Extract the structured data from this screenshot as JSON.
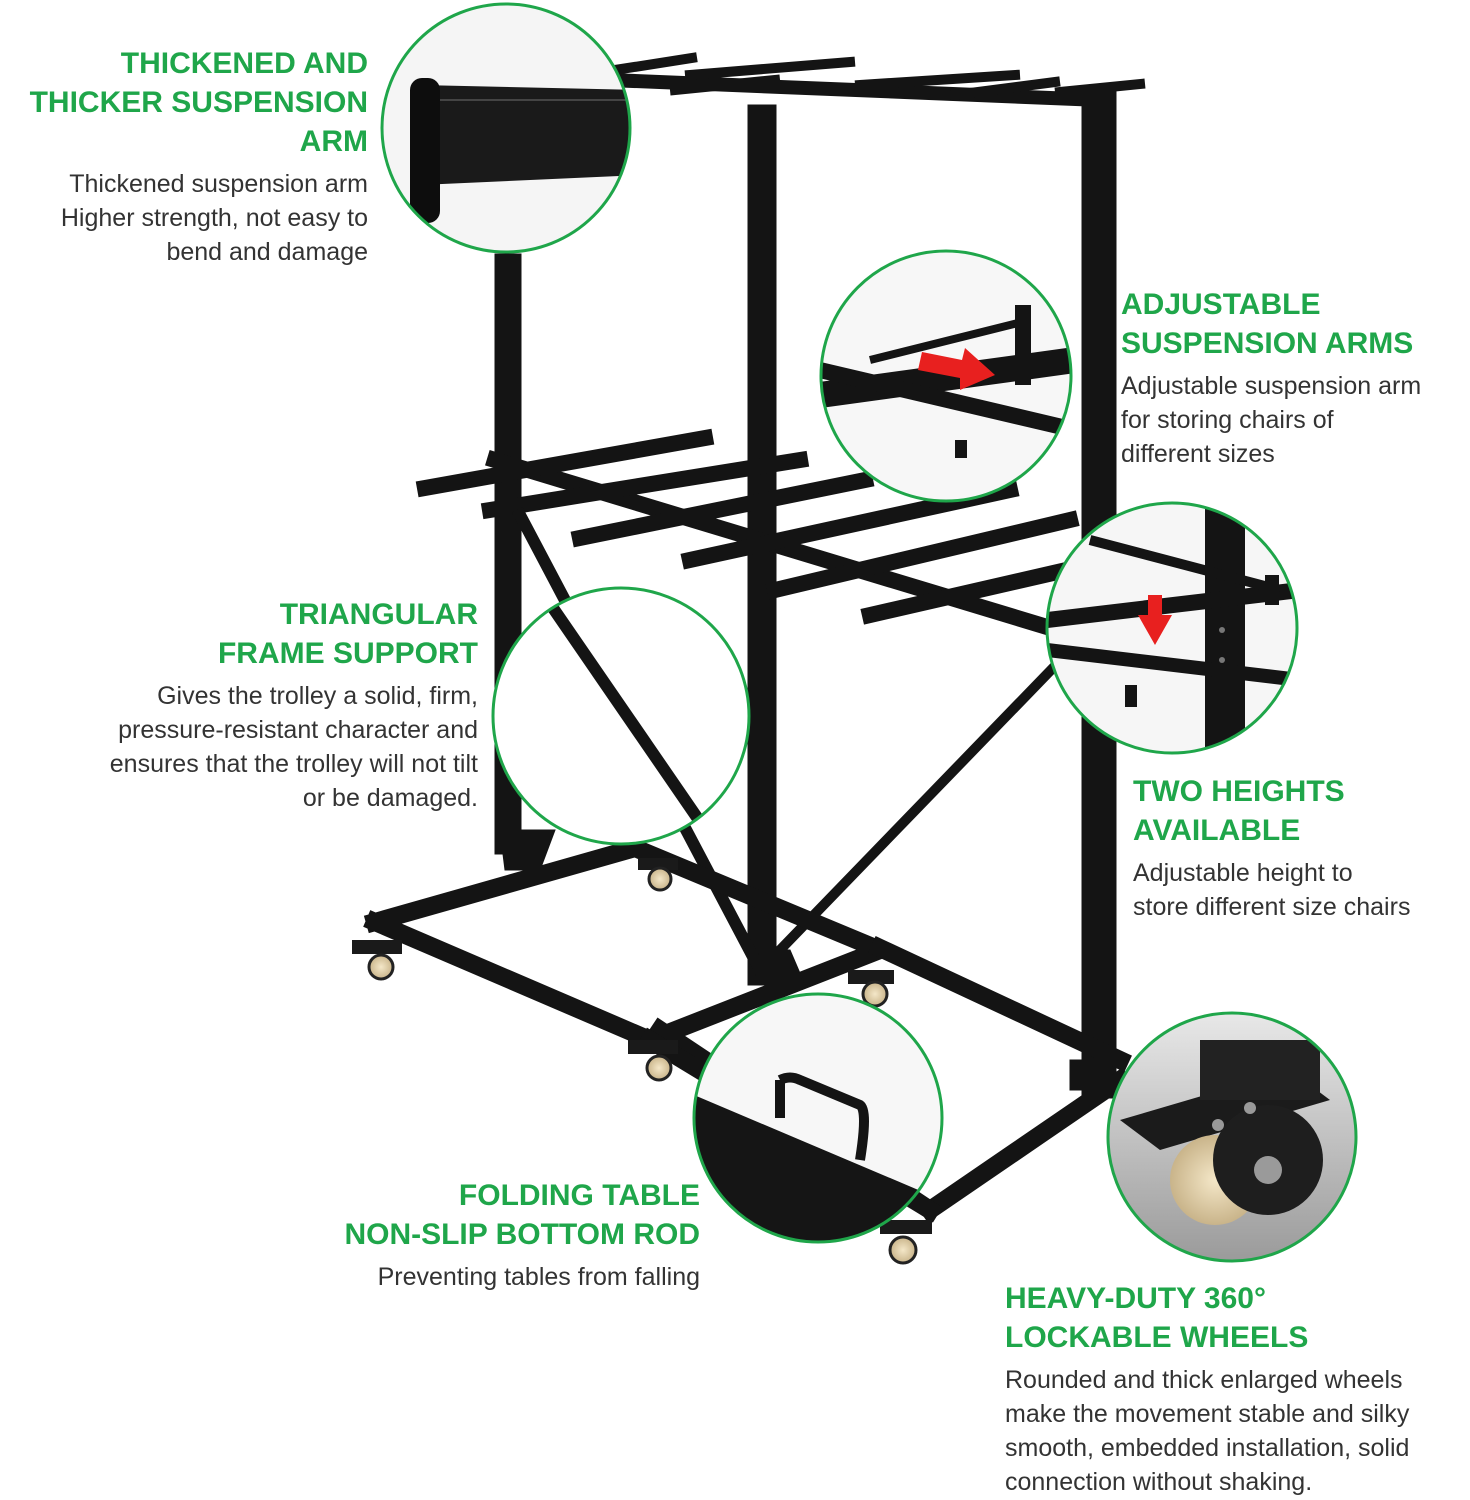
{
  "colors": {
    "accent_green": "#1fa64a",
    "text": "#333333",
    "frame": "#141414",
    "arrow": "#e8201f"
  },
  "features": [
    {
      "id": "suspension-arm",
      "title": "THICKENED AND\nTHICKER SUSPENSION\nARM",
      "desc": "Thickened suspension arm\nHigher strength, not easy to\nbend and damage"
    },
    {
      "id": "adjustable-arms",
      "title": "ADJUSTABLE\nSUSPENSION ARMS",
      "desc": "Adjustable suspension arm\nfor storing chairs of\ndifferent sizes"
    },
    {
      "id": "triangular",
      "title": "TRIANGULAR\nFRAME SUPPORT",
      "desc": "Gives the trolley a solid, firm,\npressure-resistant character and\nensures that the trolley will not tilt\nor be damaged."
    },
    {
      "id": "two-heights",
      "title": "TWO HEIGHTS\nAVAILABLE",
      "desc": "Adjustable height to\nstore different size chairs"
    },
    {
      "id": "bottom-rod",
      "title": "FOLDING TABLE\nNON-SLIP BOTTOM ROD",
      "desc": "Preventing tables from falling"
    },
    {
      "id": "wheels",
      "title": "HEAVY-DUTY 360°\nLOCKABLE WHEELS",
      "desc": "Rounded and thick enlarged wheels\nmake the movement stable and silky\nsmooth, embedded installation, solid\n connection without shaking."
    }
  ]
}
